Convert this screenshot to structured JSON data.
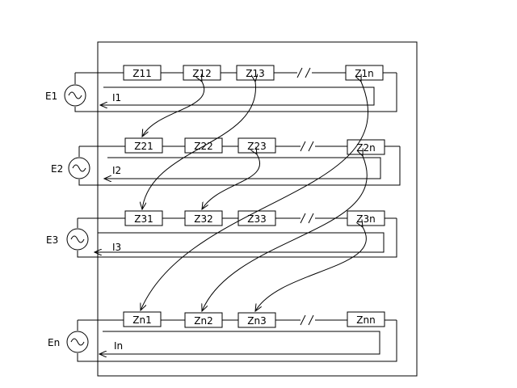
{
  "circuits": [
    {
      "source": "E1",
      "current": "I1",
      "impedances": [
        "Z11",
        "Z12",
        "Z13",
        "Z1n"
      ]
    },
    {
      "source": "E2",
      "current": "I2",
      "impedances": [
        "Z21",
        "Z22",
        "Z23",
        "Z2n"
      ]
    },
    {
      "source": "E3",
      "current": "I3",
      "impedances": [
        "Z31",
        "Z32",
        "Z33",
        "Z3n"
      ]
    },
    {
      "source": "En",
      "current": "In",
      "impedances": [
        "Zn1",
        "Zn2",
        "Zn3",
        "Znn"
      ]
    }
  ],
  "couplings": [
    [
      "Z12",
      "Z21"
    ],
    [
      "Z13",
      "Z31"
    ],
    [
      "Z1n",
      "Zn1"
    ],
    [
      "Z23",
      "Z32"
    ],
    [
      "Z2n",
      "Zn2"
    ],
    [
      "Z3n",
      "Zn3"
    ]
  ],
  "colors": {
    "line": "#000000",
    "background": "#ffffff"
  }
}
